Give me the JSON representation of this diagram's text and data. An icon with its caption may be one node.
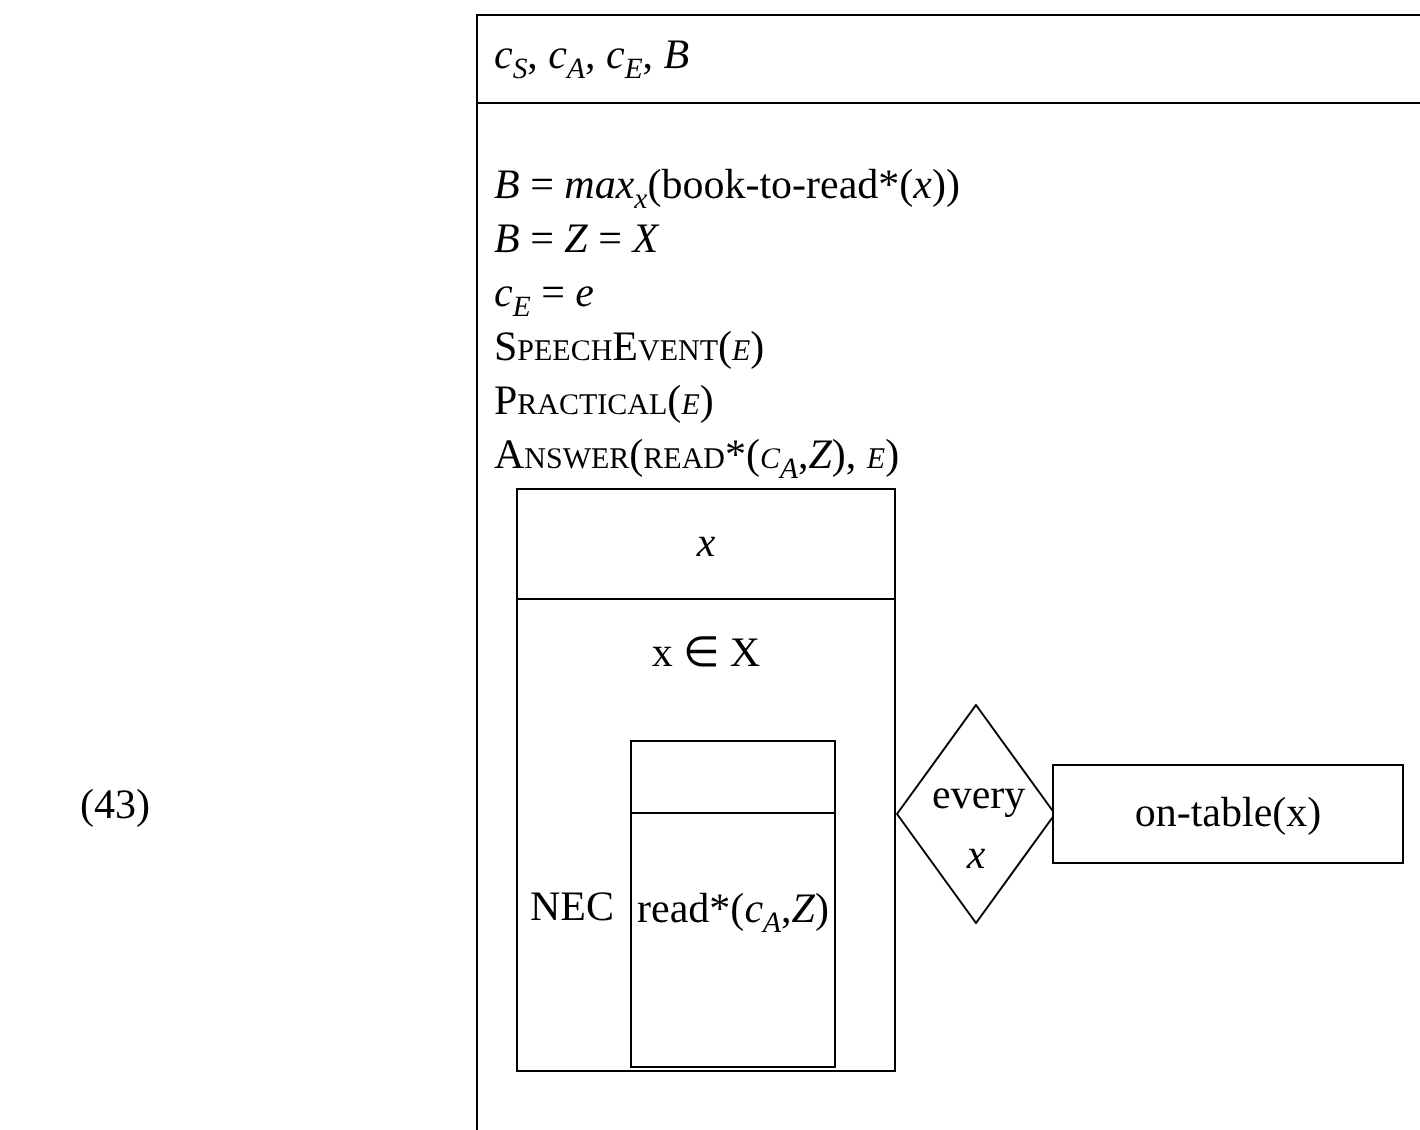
{
  "diagram": {
    "nodes": [
      {
        "text": [
          "*c*$_{S}$, *c*$_{A}$, *c*$_{E}$, *B*",
          "*B* = *max*$_{x}$(book-to-read*(*x*))",
          "*B* = *Z* = *X*",
          "*c*$_{E}$ = *e*",
          "SpeechEvent(*e*)",
          "Practical(*e*)",
          "Answer(read*(*c*$_{A}$,*Z*), *e*)"
        ]
      },
      {
        "text": [
          "*x*",
          "x ∈ X",
          "NEC"
        ],
        "in": 0
      },
      {
        "text": [
          "read*(*c*$_{A}$,*Z*)"
        ],
        "in": 1
      },
      {
        "text": [
          "every *x*"
        ],
        "in": 0
      },
      {
        "text": [
          "on-table(x)"
        ],
        "in": 0
      }
    ],
    "labels": [
      "(43)"
    ]
  }
}
